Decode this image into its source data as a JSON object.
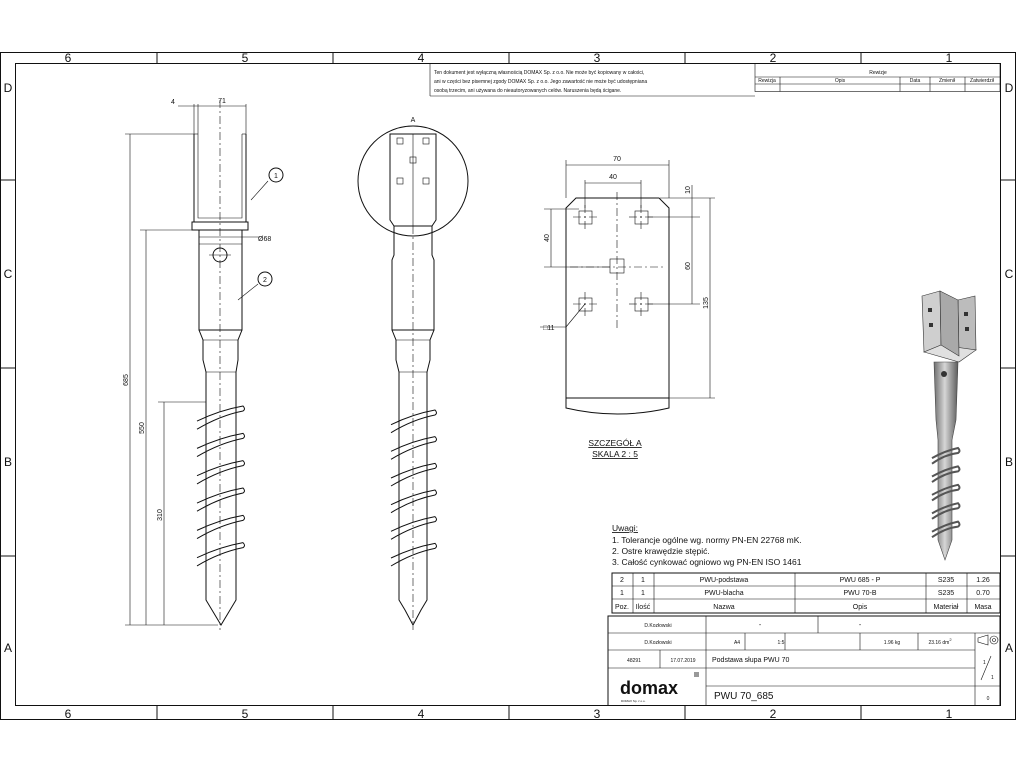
{
  "zones": {
    "cols": [
      "6",
      "5",
      "4",
      "3",
      "2",
      "1"
    ],
    "rows": [
      "D",
      "C",
      "B",
      "A"
    ]
  },
  "notice": {
    "lines": [
      "Ten dokument jest wyłączną własnością DOMAX Sp. z o.o. Nie może być kopiowany w całości,",
      "ani w części bez pisemnej zgody DOMAX Sp. z o.o. Jego zawartość nie może być udostępniana",
      "osobą trzecim, ani używana do nieautoryzowanych celów. Naruszenia będą ścigane."
    ]
  },
  "revision": {
    "title": "Rewizje",
    "headers": [
      "Rewizja",
      "Opis",
      "Data",
      "Zmienił",
      "Zatwierdził"
    ]
  },
  "dimensions": {
    "top_small": "4",
    "top_width": "71",
    "diameter": "68",
    "overall": "685",
    "middle": "550",
    "lower": "310",
    "detail_width": "70",
    "detail_inner": "40",
    "detail_top": "10",
    "detail_vert": "40",
    "detail_60": "60",
    "detail_135": "135",
    "hole": "11"
  },
  "symbols": {
    "diameter_prefix": "Ø",
    "square_prefix": "□"
  },
  "balloons": [
    "1",
    "2"
  ],
  "detail": {
    "callout": "A",
    "title": "SZCZEGÓŁ A",
    "scale": "SKALA 2 : 5"
  },
  "notes": {
    "title": "Uwagi:",
    "items": [
      "1.   Tolerancje ogólne wg. normy PN-EN 22768 mK.",
      "2.   Ostre krawędzie stępić.",
      "3.   Całość cynkować ogniowo wg PN-EN ISO 1461"
    ]
  },
  "bom": {
    "rows": [
      [
        "2",
        "1",
        "PWU-podstawa",
        "PWU 685 - P",
        "S235",
        "1.26"
      ],
      [
        "1",
        "1",
        "PWU-blacha",
        "PWU 70-B",
        "S235",
        "0.70"
      ]
    ],
    "headers": [
      "Poz.",
      "Ilość",
      "Nazwa",
      "Opis",
      "Materiał",
      "Masa"
    ]
  },
  "titleblock": {
    "designer": "D.Kozłowski",
    "checker": "D.Kozłowski",
    "dash1": "-",
    "dash2": "-",
    "format": "A4",
    "scale": "1:5",
    "mass": "1.96 kg",
    "area": "23.16 dm",
    "area_sup": "2",
    "doc_no": "48291",
    "date": "17.07.2019",
    "title": "Podstawa słupa PWU 70",
    "company": "domax",
    "company_sub": "DOMAX Sp. z o.o.",
    "drawing_no": "PWU 70_685",
    "sheet_num": "1",
    "sheet_den": "1",
    "rev": "0"
  }
}
